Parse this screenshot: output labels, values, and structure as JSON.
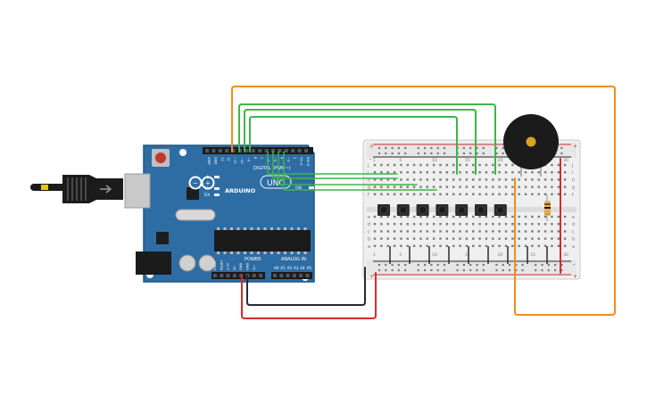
{
  "arduino": {
    "logo_text": "ARDUINO",
    "model_text": "UNO",
    "digital_header": "DIGITAL (PWM~)",
    "power_header": "POWER",
    "analog_header": "ANALOG IN",
    "led_l": "L",
    "led_tx": "TX",
    "led_rx": "RX",
    "on_label": "ON",
    "digital_pins": [
      "AREF",
      "GND",
      "13",
      "12",
      "~11",
      "~10",
      "~9",
      "8",
      "7",
      "~6",
      "~5",
      "4",
      "~3",
      "2",
      "TX→1",
      "RX←0"
    ],
    "power_pins": [
      "IOREF",
      "RESET",
      "3.3V",
      "5V",
      "GND",
      "GND",
      "Vin"
    ],
    "analog_pins": [
      "A0",
      "A1",
      "A2",
      "A3",
      "A4",
      "A5"
    ]
  },
  "breadboard": {
    "row_letters_top": [
      "j",
      "i",
      "h",
      "g",
      "f"
    ],
    "row_letters_bottom": [
      "e",
      "d",
      "c",
      "b",
      "a"
    ],
    "rail_plus": "+",
    "rail_minus": "-",
    "column_numbers": [
      "1",
      "5",
      "10",
      "15",
      "20",
      "25",
      "30"
    ]
  },
  "components": {
    "pushbutton_count": 7,
    "buzzer": "piezo",
    "resistor": "resistor"
  },
  "colors": {
    "board": "#2E6DA4",
    "board_edge": "#1F5584",
    "breadboard": "#F0F0F0",
    "wire_green": "#3DB54A",
    "wire_orange": "#F28C1F",
    "wire_red": "#D52B2B",
    "wire_black": "#2B2B2B"
  }
}
